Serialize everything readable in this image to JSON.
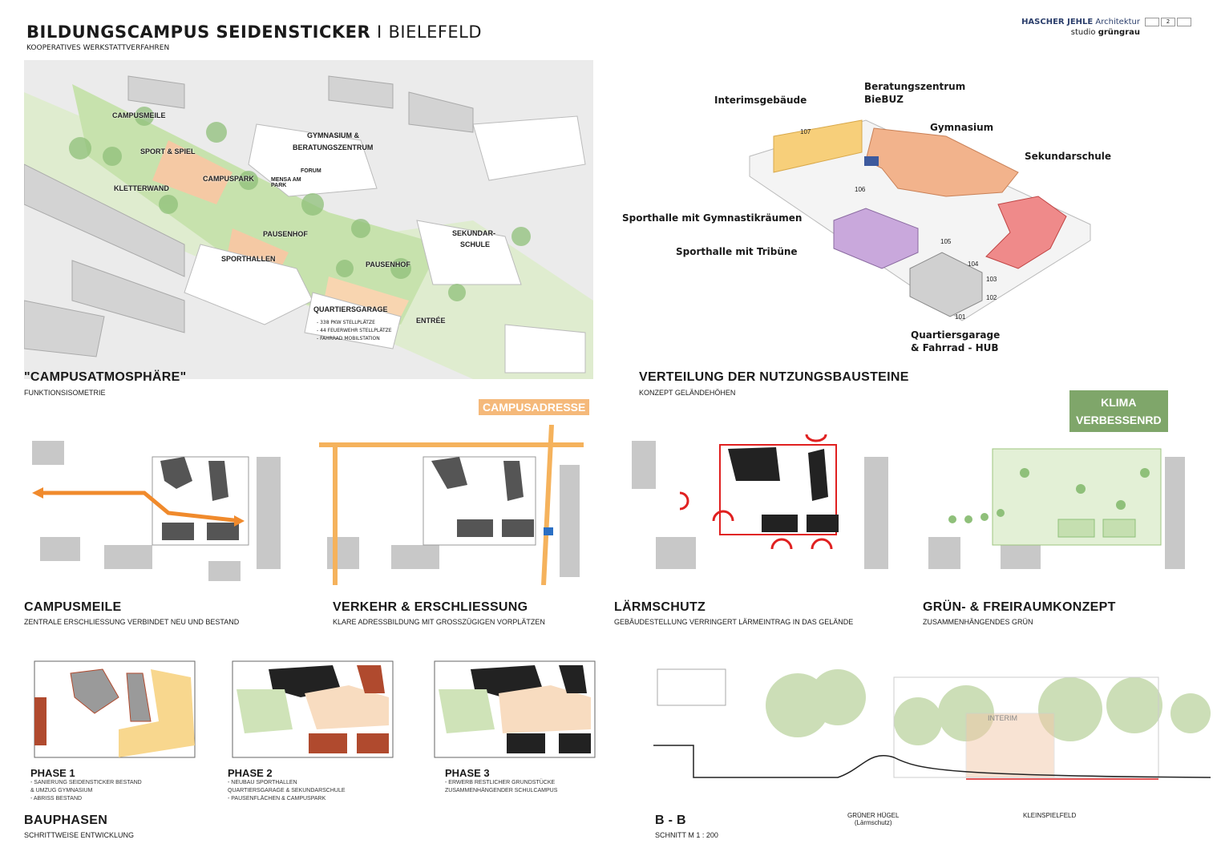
{
  "header": {
    "title_bold": "BILDUNGSCAMPUS SEIDENSTICKER",
    "title_sep": "I",
    "title_city": "BIELEFELD",
    "subtitle": "KOOPERATIVES WERKSTATTVERFAHREN"
  },
  "logo": {
    "line1_bold": "HASCHER JEHLE",
    "line1": "Architektur",
    "line2_light": "studio",
    "line2_bold": "grüngrau",
    "page": "2"
  },
  "isometric": {
    "title": "\"CAMPUSATMOSPHÄRE\"",
    "caption": "FUNKTIONSISOMETRIE",
    "labels": [
      "CAMPUSMEILE",
      "SPORT & SPIEL",
      "KLETTERWAND",
      "CAMPUSPARK",
      "MENSA AM PARK",
      "FORUM",
      "GYMNASIUM &",
      "BERATUNGSZENTRUM",
      "PAUSENHOF",
      "SPORTHALLEN",
      "PAUSENHOF",
      "SEKUNDAR-",
      "SCHULE",
      "QUARTIERSGARAGE",
      "ENTRÉE"
    ],
    "garage_notes": [
      "- 338 PKW STELLPLÄTZE",
      "- 44 FEUERWEHR STELLPLÄTZE",
      "- FAHRRAD MOBILSTATION"
    ]
  },
  "distribution": {
    "title": "VERTEILUNG DER NUTZUNGSBAUSTEINE",
    "caption": "KONZEPT GELÄNDEHÖHEN",
    "labels": {
      "interim": "Interimsgebäude",
      "beratung1": "Beratungszentrum",
      "beratung2": "BieBUZ",
      "gymnasium": "Gymnasium",
      "sekundar": "Sekundarschule",
      "sporthalle_gym": "Sporthalle mit Gymnastikräumen",
      "sporthalle_trib": "Sporthalle mit Tribüne",
      "garage1": "Quartiersgarage",
      "garage2": "& Fahrrad - HUB"
    },
    "levels": [
      "107",
      "106",
      "105",
      "104",
      "103",
      "102",
      "101"
    ]
  },
  "concepts": [
    {
      "title": "CAMPUSMEILE",
      "caption": "ZENTRALE ERSCHLIESSUNG VERBINDET NEU UND BESTAND"
    },
    {
      "title": "VERKEHR & ERSCHLIESSUNG",
      "caption": "KLARE ADRESSBILDUNG MIT GROSSZÜGIGEN VORPLÄTZEN",
      "tag": "CAMPUSADRESSE"
    },
    {
      "title": "LÄRMSCHUTZ",
      "caption": "GEBÄUDESTELLUNG VERRINGERT LÄRMEINTRAG IN DAS GELÄNDE"
    },
    {
      "title": "GRÜN- & FREIRAUMKONZEPT",
      "caption": "ZUSAMMENHÄNGENDES GRÜN",
      "tag1": "KLIMA",
      "tag2": "VERBESSENRD"
    }
  ],
  "phases": {
    "title": "BAUPHASEN",
    "caption": "SCHRITTWEISE ENTWICKLUNG",
    "items": [
      {
        "name": "PHASE 1",
        "lines": [
          "- SANIERUNG SEIDENSTICKER BESTAND",
          "  & UMZUG GYMNASIUM",
          "- ABRISS BESTAND"
        ]
      },
      {
        "name": "PHASE 2",
        "lines": [
          "- NEUBAU SPORTHALLEN",
          "  QUARTIERSGARAGE & SEKUNDARSCHULE",
          "- PAUSENFLÄCHEN & CAMPUSPARK"
        ]
      },
      {
        "name": "PHASE 3",
        "lines": [
          "- ERWERB RESTLICHER GRUNDSTÜCKE",
          "  ZUSAMMENHÄNGENDER SCHULCAMPUS"
        ]
      }
    ]
  },
  "section": {
    "title": "B - B",
    "caption": "SCHNITT M 1 : 200",
    "labels": {
      "interim": "INTERIM",
      "hill1": "GRÜNER HÜGEL",
      "hill2": "(Lärmschutz)",
      "play": "KLEINSPIELFELD"
    }
  },
  "colors": {
    "orange": "#f0a35c",
    "salmon": "#f2b38c",
    "red": "#e45757",
    "purple": "#c9a8dc",
    "yellow": "#f7cf7a",
    "green": "#a9d18e",
    "gray": "#8f8f8f",
    "redbrown": "#b04a2e",
    "noise": "#e02020"
  }
}
